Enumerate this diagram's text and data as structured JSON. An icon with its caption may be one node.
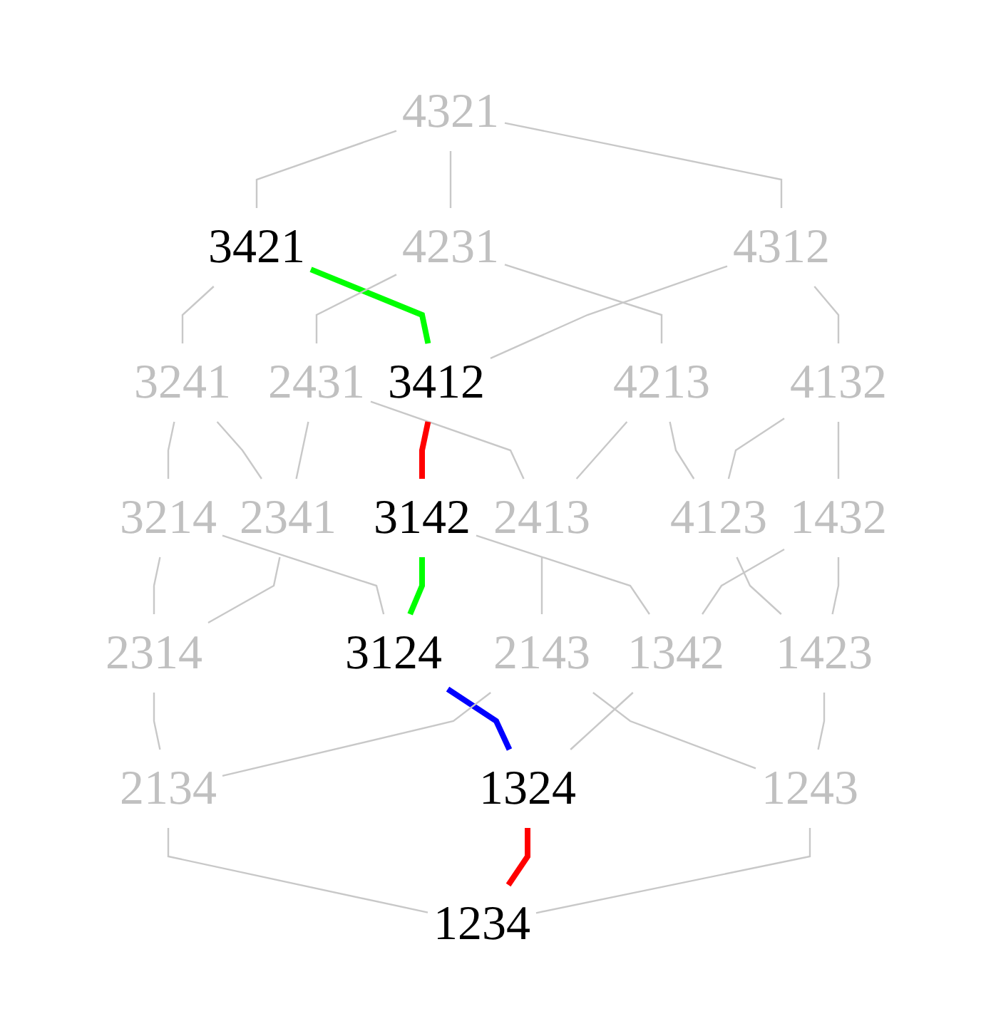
{
  "diagram": {
    "nodes": [
      {
        "text": [
          "4321"
        ]
      },
      {
        "text": [
          "3421"
        ]
      },
      {
        "text": [
          "4231"
        ]
      },
      {
        "text": [
          "4312"
        ]
      },
      {
        "text": [
          "3241"
        ]
      },
      {
        "text": [
          "2431"
        ]
      },
      {
        "text": [
          "3412"
        ]
      },
      {
        "text": [
          "4213"
        ]
      },
      {
        "text": [
          "4132"
        ]
      },
      {
        "text": [
          "3214"
        ]
      },
      {
        "text": [
          "2341"
        ]
      },
      {
        "text": [
          "3142"
        ]
      },
      {
        "text": [
          "2413"
        ]
      },
      {
        "text": [
          "4123"
        ]
      },
      {
        "text": [
          "1432"
        ]
      },
      {
        "text": [
          "2314"
        ]
      },
      {
        "text": [
          "3124"
        ]
      },
      {
        "text": [
          "2143"
        ]
      },
      {
        "text": [
          "1342"
        ]
      },
      {
        "text": [
          "1423"
        ]
      },
      {
        "text": [
          "2134"
        ]
      },
      {
        "text": [
          "1324"
        ]
      },
      {
        "text": [
          "1243"
        ]
      },
      {
        "text": [
          "1234"
        ]
      }
    ],
    "edges": [
      {
        "from": 0,
        "to": 1,
        "arrow": "none"
      },
      {
        "from": 0,
        "to": 2,
        "arrow": "none"
      },
      {
        "from": 0,
        "to": 3,
        "arrow": "none"
      },
      {
        "from": 1,
        "to": 4,
        "arrow": "none"
      },
      {
        "from": 1,
        "to": 6,
        "arrow": "none",
        "style": "thick",
        "color": "#00ff00"
      },
      {
        "from": 2,
        "to": 5,
        "arrow": "none"
      },
      {
        "from": 2,
        "to": 7,
        "arrow": "none"
      },
      {
        "from": 3,
        "to": 6,
        "arrow": "none"
      },
      {
        "from": 3,
        "to": 8,
        "arrow": "none"
      },
      {
        "from": 4,
        "to": 10,
        "arrow": "none"
      },
      {
        "from": 4,
        "to": 9,
        "arrow": "none"
      },
      {
        "from": 5,
        "to": 10,
        "arrow": "none"
      },
      {
        "from": 5,
        "to": 12,
        "arrow": "none"
      },
      {
        "from": 6,
        "to": 11,
        "arrow": "none",
        "style": "thick",
        "color": "#ff0000"
      },
      {
        "from": 7,
        "to": 12,
        "arrow": "none"
      },
      {
        "from": 7,
        "to": 13,
        "arrow": "none"
      },
      {
        "from": 8,
        "to": 14,
        "arrow": "none"
      },
      {
        "from": 8,
        "to": 13,
        "arrow": "none"
      },
      {
        "from": 9,
        "to": 15,
        "arrow": "none"
      },
      {
        "from": 9,
        "to": 16,
        "arrow": "none"
      },
      {
        "from": 10,
        "to": 15,
        "arrow": "none"
      },
      {
        "from": 11,
        "to": 18,
        "arrow": "none"
      },
      {
        "from": 11,
        "to": 16,
        "arrow": "none",
        "style": "thick",
        "color": "#00ff00"
      },
      {
        "from": 12,
        "to": 17,
        "arrow": "none"
      },
      {
        "from": 13,
        "to": 19,
        "arrow": "none"
      },
      {
        "from": 14,
        "to": 18,
        "arrow": "none"
      },
      {
        "from": 14,
        "to": 19,
        "arrow": "none"
      },
      {
        "from": 15,
        "to": 20,
        "arrow": "none"
      },
      {
        "from": 16,
        "to": 21,
        "arrow": "none",
        "style": "thick",
        "color": "#0000ff"
      },
      {
        "from": 17,
        "to": 22,
        "arrow": "none"
      },
      {
        "from": 17,
        "to": 20,
        "arrow": "none"
      },
      {
        "from": 18,
        "to": 21,
        "arrow": "none"
      },
      {
        "from": 19,
        "to": 22,
        "arrow": "none"
      },
      {
        "from": 20,
        "to": 23,
        "arrow": "none"
      },
      {
        "from": 21,
        "to": 23,
        "arrow": "none",
        "style": "thick",
        "color": "#ff0000"
      },
      {
        "from": 22,
        "to": 23,
        "arrow": "none"
      }
    ]
  }
}
